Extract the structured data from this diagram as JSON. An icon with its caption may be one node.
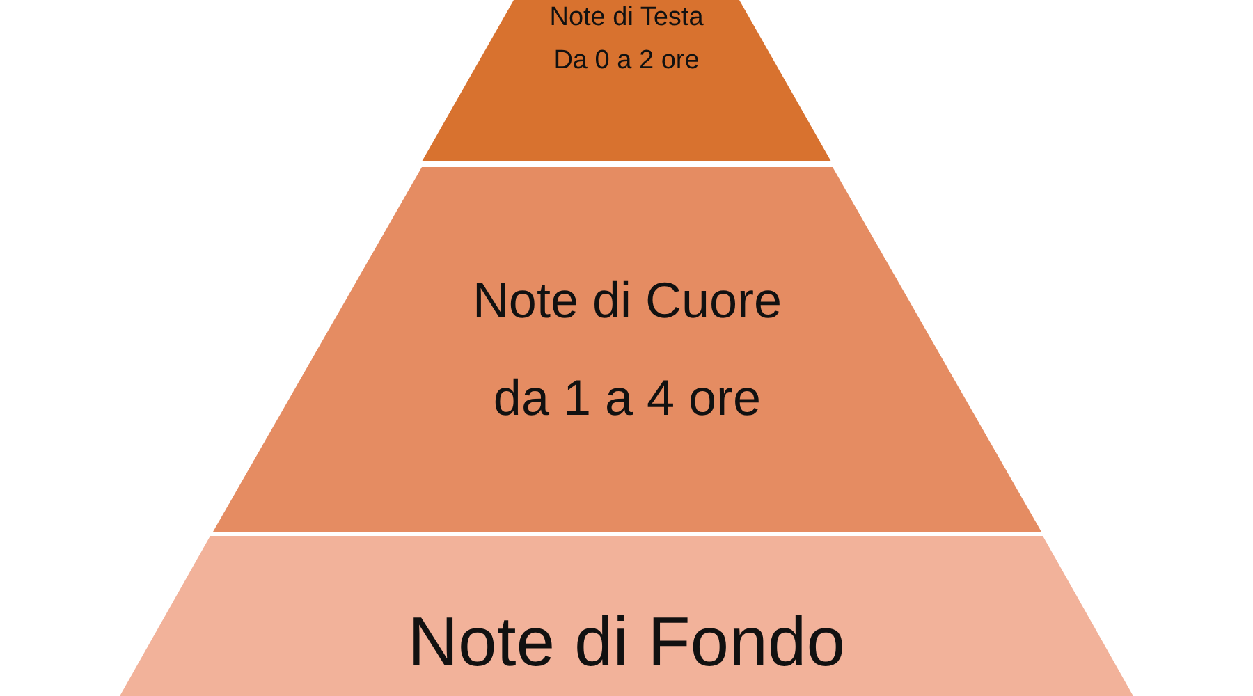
{
  "diagram": {
    "nodes": [
      {
        "text": [
          "Note di Testa",
          "Da 0 a 2 ore"
        ]
      },
      {
        "text": [
          "Note di Cuore",
          "da 1 a 4 ore"
        ]
      },
      {
        "text": [
          "Note di Fondo"
        ]
      }
    ]
  }
}
